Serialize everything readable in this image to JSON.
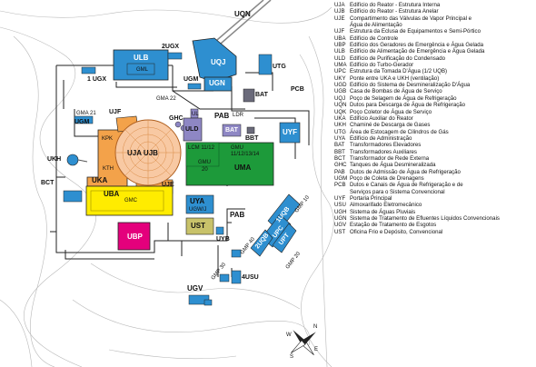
{
  "site": {
    "labels": {
      "uqn_top": "UQN",
      "ulb": "ULB",
      "gml": "GML",
      "ugx_2": "2UGX",
      "ugx_1": "1 UGX",
      "uqj": "UQJ",
      "ugn": "UGN",
      "utg": "UTG",
      "pcb": "PCB",
      "ugm_top": "UGM",
      "bat_top": "BAT",
      "gma22": "GMA 22",
      "gma21": "GMA 21",
      "ugm_left": "UGM",
      "ujf": "UJF",
      "kpk": "KPK",
      "kth": "KTH",
      "ukh": "UKH",
      "uja_ujb": "UJA UJB",
      "ghc": "GHC",
      "ul": "UL",
      "uld": "ULD",
      "pab_top": "PAB",
      "ldr": "LDR",
      "bat_mid": "BAT",
      "bbt": "BBT",
      "uyf": "UYF",
      "uka": "UKA",
      "lcm": "LCM 11/12",
      "gmu_top": "GMU 11/12/13/14",
      "gmu_mid": "GMU",
      "uma": "UMA",
      "num20": "20",
      "uje": "UJE",
      "bct": "BCT",
      "uba": "UBA",
      "gmc": "GMC",
      "uya": "UYA",
      "ugwj": "UGW/J",
      "ust": "UST",
      "uyb": "UYB",
      "pab_bottom": "PAB",
      "ubp": "UBP",
      "uqb_1": "1UQB",
      "upc": "UPC",
      "gmp_10": "GMP 10",
      "uqb_2": "2UQB",
      "upt": "UPT",
      "gmp_40": "GMP 40",
      "gmp_20": "GMP 20",
      "gmp_30": "GMP 30",
      "usu_4": "4USU",
      "ugv": "UGV"
    }
  },
  "legend": [
    {
      "code": "UJA",
      "desc": "Edifício do Reator - Estrutura Interna"
    },
    {
      "code": "UJB",
      "desc": "Edifício do Reator - Estrutura Anelar"
    },
    {
      "code": "UJE",
      "desc": "Compartimento das Válvulas de Vapor Principal e"
    },
    {
      "code": "",
      "desc": "Água de Alimentação"
    },
    {
      "code": "UJF",
      "desc": "Estrutura da Eclusa de Equipamentos e Semi-Pórtico"
    },
    {
      "code": "UBA",
      "desc": "Edifício de Controle"
    },
    {
      "code": "UBP",
      "desc": "Edifício dos Geradores de Emergência e Água Gelada"
    },
    {
      "code": "ULB",
      "desc": "Edifício de Alimentação de Emergência e Água Gelada"
    },
    {
      "code": "ULD",
      "desc": "Edifício de Purificação do Condensado"
    },
    {
      "code": "UMA",
      "desc": "Edifício do Turbo-Gerador"
    },
    {
      "code": "UPC",
      "desc": "Estrutura da Tomada D'Água (1/2 UQB)"
    },
    {
      "code": "UKY",
      "desc": "Ponte entre UKA e UKH (ventilação)"
    },
    {
      "code": "UGD",
      "desc": "Edifício do Sistema de Desmineralização D'Água"
    },
    {
      "code": "UGB",
      "desc": "Casa de Bombas de Água de Serviço"
    },
    {
      "code": "UQJ",
      "desc": "Poço de Selagem de Água de Refrigeração"
    },
    {
      "code": "UQN",
      "desc": "Dutos para Descarga de Água de Refrigeração"
    },
    {
      "code": "UQK",
      "desc": "Poço Coletor de Água de Serviço"
    },
    {
      "code": "UKA",
      "desc": "Edifício Auxiliar do Reator"
    },
    {
      "code": "UKH",
      "desc": "Chaminé de Descarga de Gases"
    },
    {
      "code": "UTG",
      "desc": "Área de Estocagem de Cilindros de Gás"
    },
    {
      "code": "UYA",
      "desc": "Edifício de Administração"
    },
    {
      "code": "BAT",
      "desc": "Transformadores Elevadores"
    },
    {
      "code": "BBT",
      "desc": "Transformadores Auxiliares"
    },
    {
      "code": "BCT",
      "desc": "Transformador de Rede Externa"
    },
    {
      "code": "GHC",
      "desc": "Tanques de Água Desmineralizada"
    },
    {
      "code": "PAB",
      "desc": "Dutos de Admissão de Água de Refrigeração"
    },
    {
      "code": "UGM",
      "desc": "Poço de Coleta de Drenagens"
    },
    {
      "code": "PCB",
      "desc": "Dutos e Canais de Água de Refrigeração e de"
    },
    {
      "code": "",
      "desc": "Serviços para o Sistema Convencional"
    },
    {
      "code": "UYF",
      "desc": "Portaria Principal"
    },
    {
      "code": "USU",
      "desc": "Almoxarifado Eletromecânico"
    },
    {
      "code": "UGH",
      "desc": "Sistema de Águas Pluviais"
    },
    {
      "code": "UGN",
      "desc": "Sistema de Tratamento de Efluentes Líquidos Convencionais"
    },
    {
      "code": "UGV",
      "desc": "Estação de Tratamento de Esgotos"
    },
    {
      "code": "UST",
      "desc": "Oficina Frio e Depósito, Convencional"
    }
  ],
  "compass": {
    "n": "N",
    "s": "S",
    "e": "E",
    "w": "W"
  },
  "colors": {
    "blue": "#2e8fd0",
    "orange": "#f3a24a",
    "dome": "#f8c9a3",
    "green": "#1d9a3a",
    "yellow": "#ffec00",
    "magenta": "#e4007c",
    "purple": "#8e87c4",
    "olive": "#a8a46a"
  }
}
